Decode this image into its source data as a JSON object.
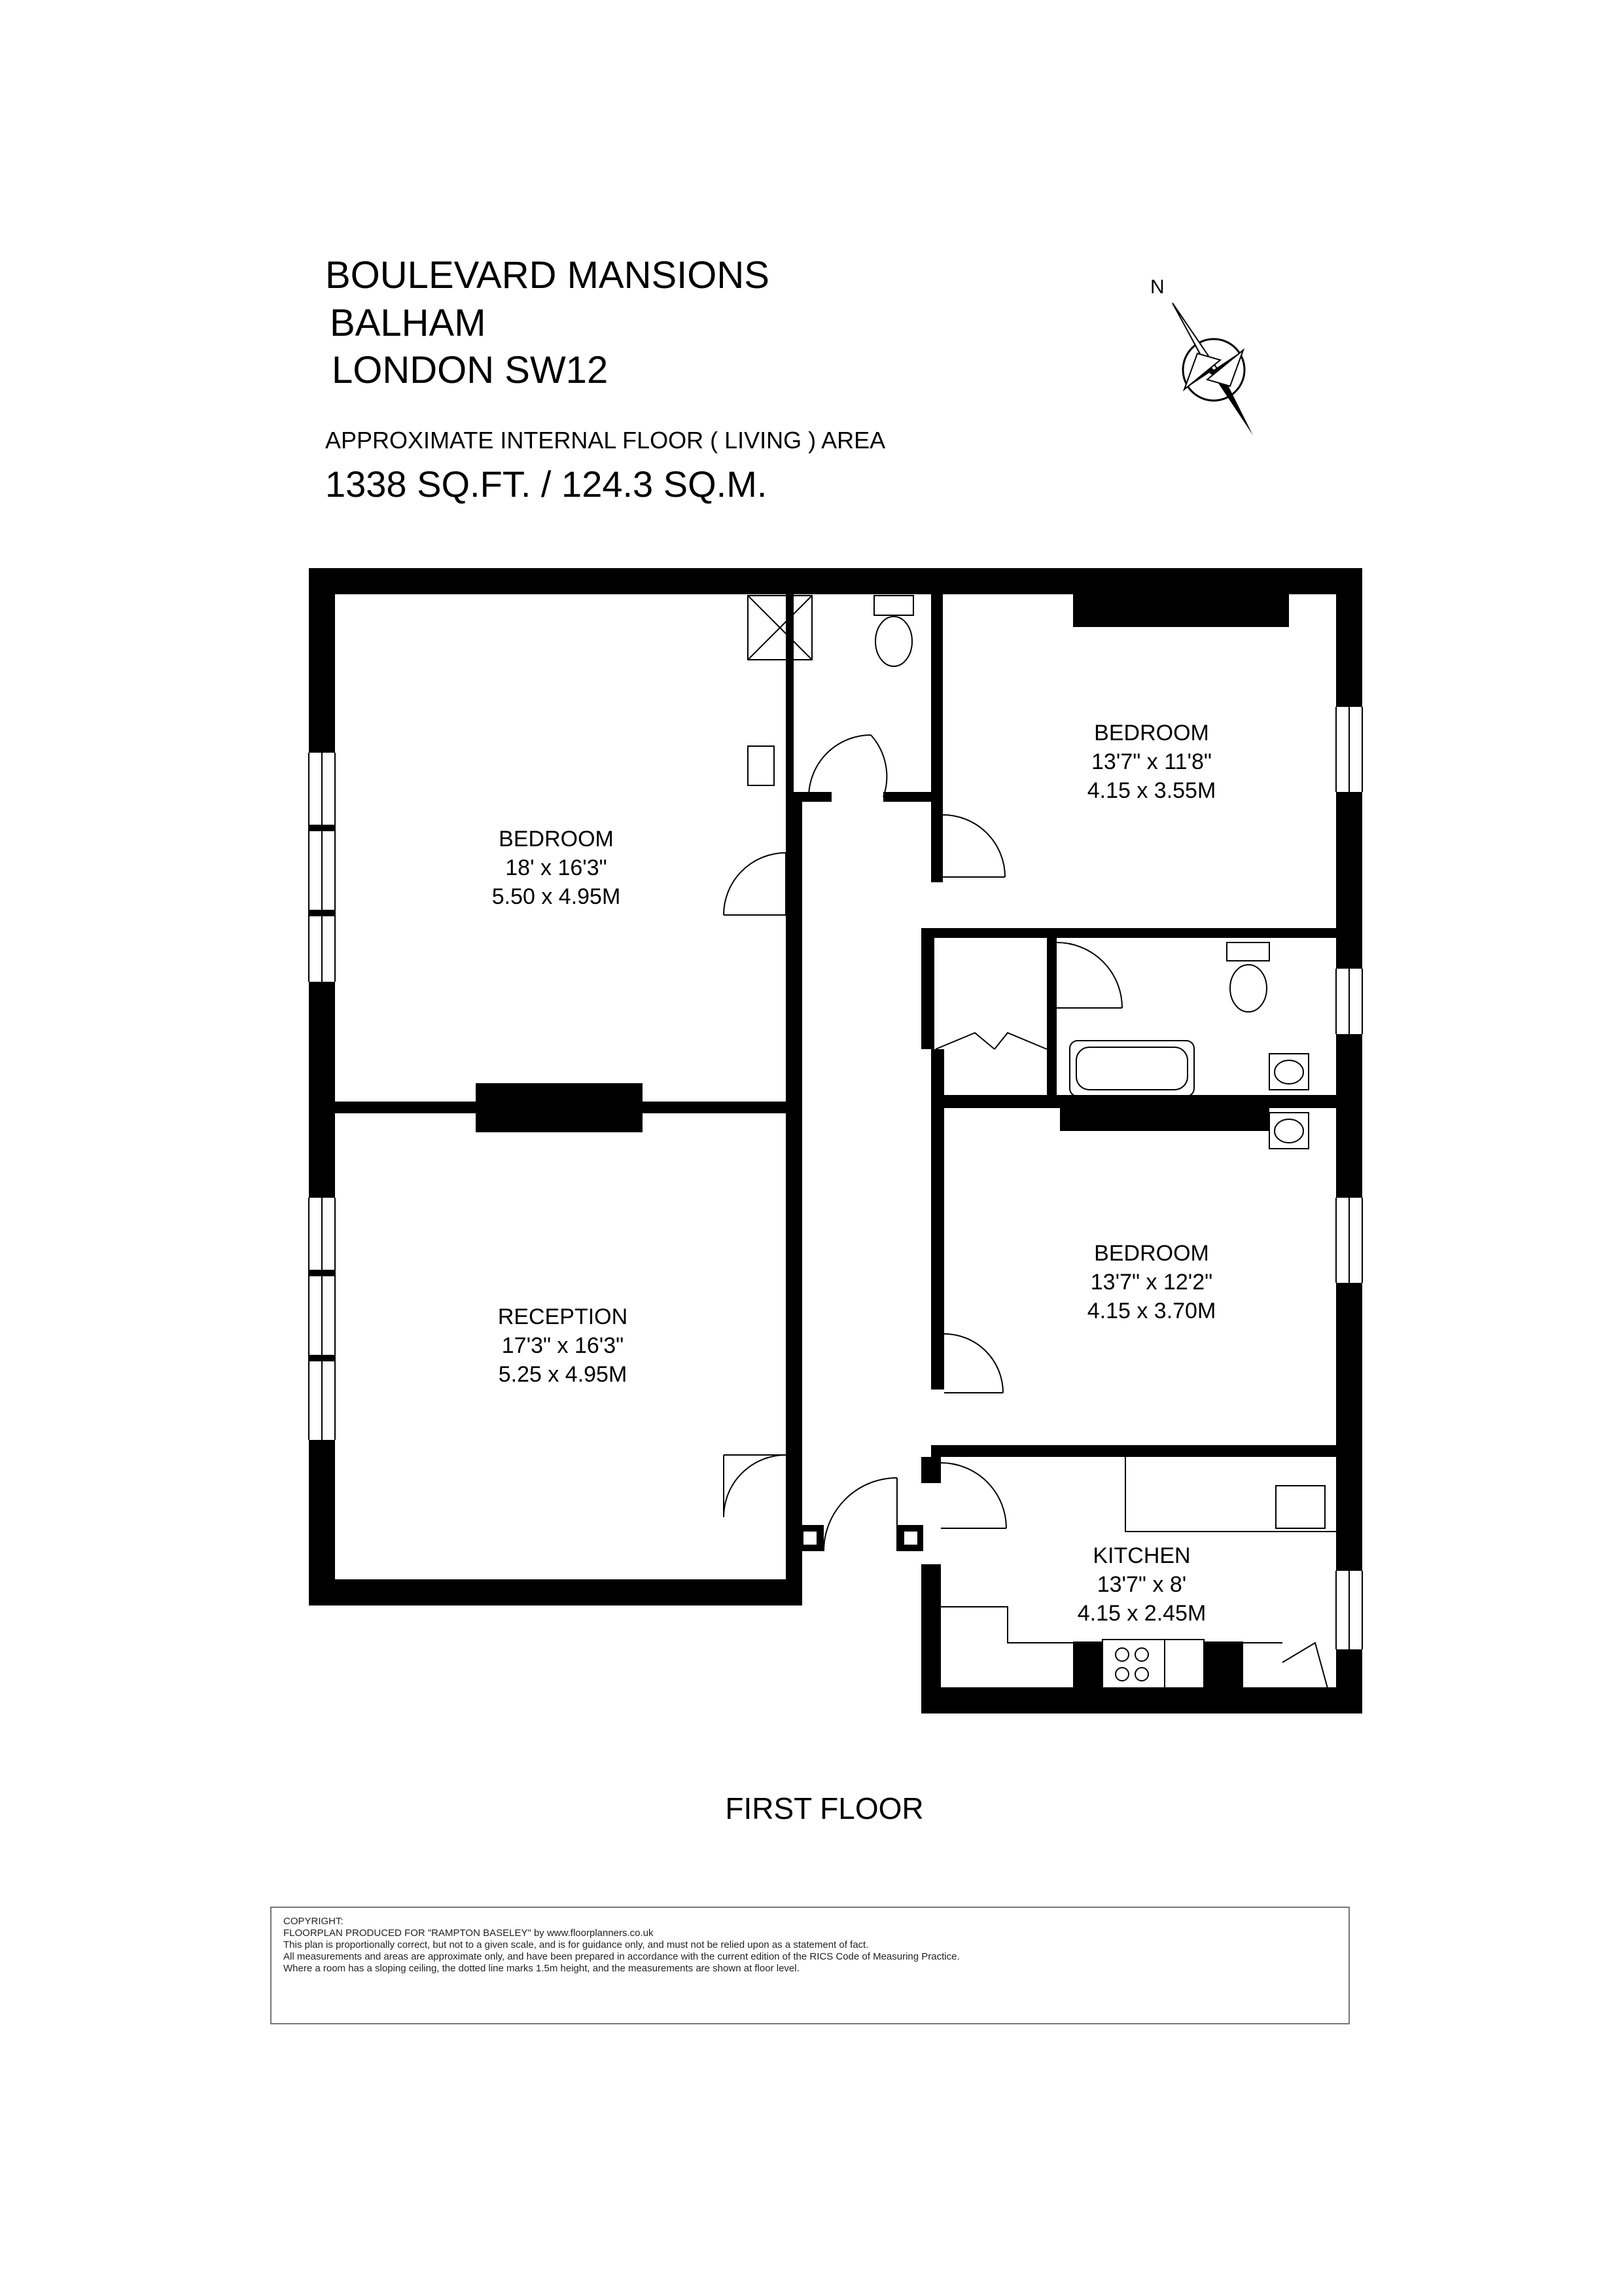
{
  "header": {
    "address_line1": "BOULEVARD MANSIONS",
    "address_line2": "BALHAM",
    "address_line3": "LONDON SW12",
    "area_label": "APPROXIMATE INTERNAL FLOOR ( LIVING ) AREA",
    "area_value": "1338 SQ.FT. / 124.3 SQ.M."
  },
  "compass": {
    "north_label": "N",
    "icon": "compass-rose-icon"
  },
  "rooms": {
    "bedroom_left": {
      "name": "BEDROOM",
      "imperial": "18' x 16'3\"",
      "metric": "5.50 x 4.95M"
    },
    "reception": {
      "name": "RECEPTION",
      "imperial": "17'3\" x 16'3\"",
      "metric": "5.25 x 4.95M"
    },
    "bedroom_top_right": {
      "name": "BEDROOM",
      "imperial": "13'7\" x 11'8\"",
      "metric": "4.15 x 3.55M"
    },
    "bedroom_mid_right": {
      "name": "BEDROOM",
      "imperial": "13'7\" x 12'2\"",
      "metric": "4.15 x 3.70M"
    },
    "kitchen": {
      "name": "KITCHEN",
      "imperial": "13'7\" x 8'",
      "metric": "4.15 x 2.45M"
    }
  },
  "floor_label": "FIRST FLOOR",
  "copyright": {
    "line1": "COPYRIGHT:",
    "line2": "FLOORPLAN PRODUCED FOR \"RAMPTON BASELEY\" by www.floorplanners.co.uk",
    "line3": "This plan is proportionally correct, but not to a given scale, and is for guidance only, and must not be relied upon as a statement of fact.",
    "line4": "All measurements and areas are approximate only, and have been prepared in accordance with the current edition of the RICS Code of Measuring Practice.",
    "line5": "Where a room has a sloping ceiling, the dotted line marks 1.5m height, and the measurements are shown at floor level."
  },
  "colors": {
    "wall": "#000000",
    "background": "#ffffff",
    "fixture": "#555555"
  }
}
